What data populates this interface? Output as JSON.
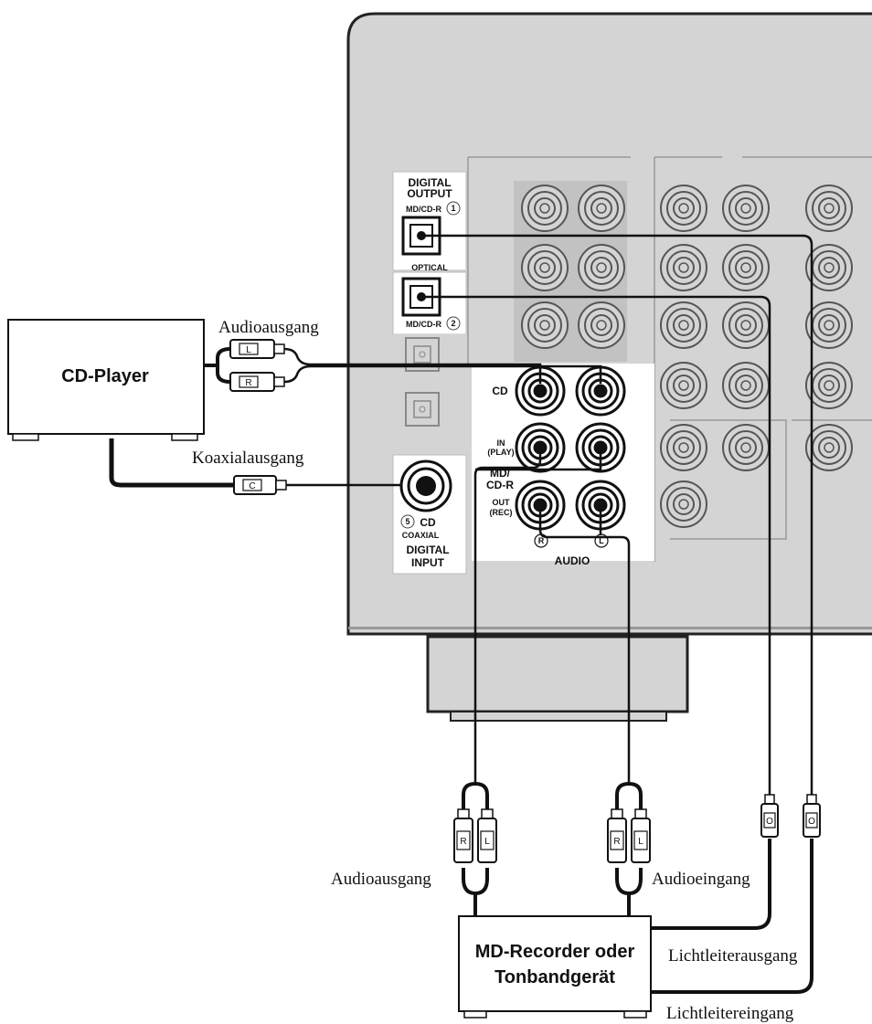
{
  "devices": {
    "cd_player": "CD-Player",
    "recorder_line1": "MD-Recorder oder",
    "recorder_line2": "Tonbandgerät"
  },
  "cable_labels": {
    "cd_audio_out": "Audioausgang",
    "cd_coax_out": "Koaxialausgang",
    "md_audio_out": "Audioausgang",
    "md_audio_in": "Audioeingang",
    "optical_out": "Lichtleiterausgang",
    "optical_in": "Lichtleitereingang"
  },
  "panel": {
    "digital_output_1": "DIGITAL",
    "digital_output_2": "OUTPUT",
    "md_cdr_1": "MD/CD-R",
    "num_1": "1",
    "optical": "OPTICAL",
    "md_cdr_2": "MD/CD-R",
    "num_2": "2",
    "cd": "CD",
    "in": "IN",
    "play": "(PLAY)",
    "md": "MD/",
    "cdr": "CD-R",
    "out": "OUT",
    "rec": "(REC)",
    "right_marker": "R",
    "left_marker": "L",
    "audio": "AUDIO",
    "num_5": "5",
    "cd_coax": "CD",
    "coaxial": "COAXIAL",
    "digital_input_1": "DIGITAL",
    "digital_input_2": "INPUT"
  },
  "plugs": {
    "l": "L",
    "r": "R",
    "c": "C",
    "o": "O"
  }
}
